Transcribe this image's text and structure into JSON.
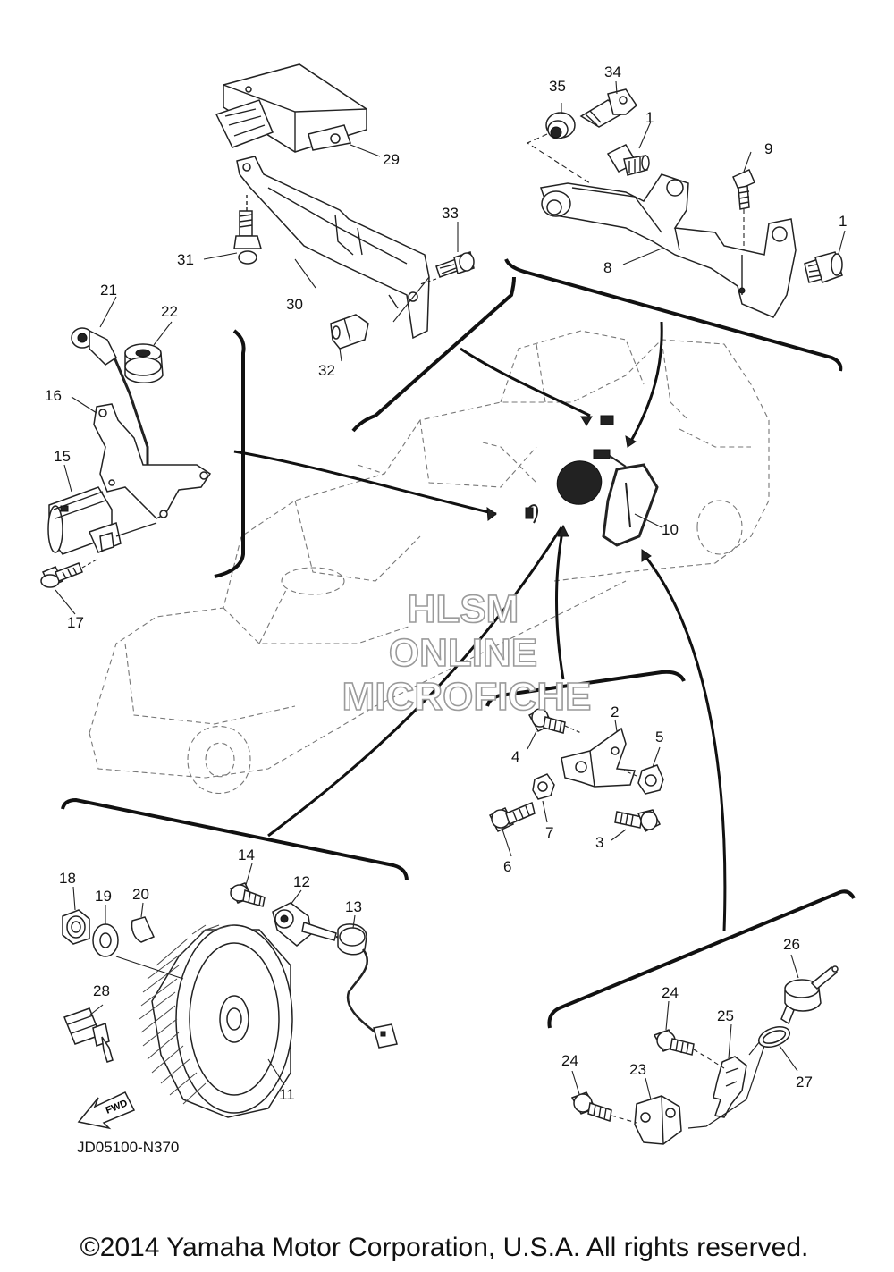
{
  "diagram": {
    "drawing_code": "JD05100-N370",
    "copyright": "©2014 Yamaha Motor Corporation, U.S.A. All rights reserved.",
    "fwd_label": "FWD",
    "watermark": [
      "HLSM",
      "ONLINE",
      "MICROFICHE"
    ],
    "parts": [
      {
        "num": "1"
      },
      {
        "num": "1"
      },
      {
        "num": "2"
      },
      {
        "num": "3"
      },
      {
        "num": "4"
      },
      {
        "num": "5"
      },
      {
        "num": "6"
      },
      {
        "num": "7"
      },
      {
        "num": "8"
      },
      {
        "num": "9"
      },
      {
        "num": "10"
      },
      {
        "num": "11"
      },
      {
        "num": "12"
      },
      {
        "num": "13"
      },
      {
        "num": "14"
      },
      {
        "num": "15"
      },
      {
        "num": "16"
      },
      {
        "num": "17"
      },
      {
        "num": "18"
      },
      {
        "num": "19"
      },
      {
        "num": "20"
      },
      {
        "num": "21"
      },
      {
        "num": "22"
      },
      {
        "num": "23"
      },
      {
        "num": "24"
      },
      {
        "num": "24"
      },
      {
        "num": "25"
      },
      {
        "num": "26"
      },
      {
        "num": "27"
      },
      {
        "num": "28"
      },
      {
        "num": "29"
      },
      {
        "num": "30"
      },
      {
        "num": "31"
      },
      {
        "num": "32"
      },
      {
        "num": "33"
      },
      {
        "num": "34"
      },
      {
        "num": "35"
      }
    ]
  }
}
